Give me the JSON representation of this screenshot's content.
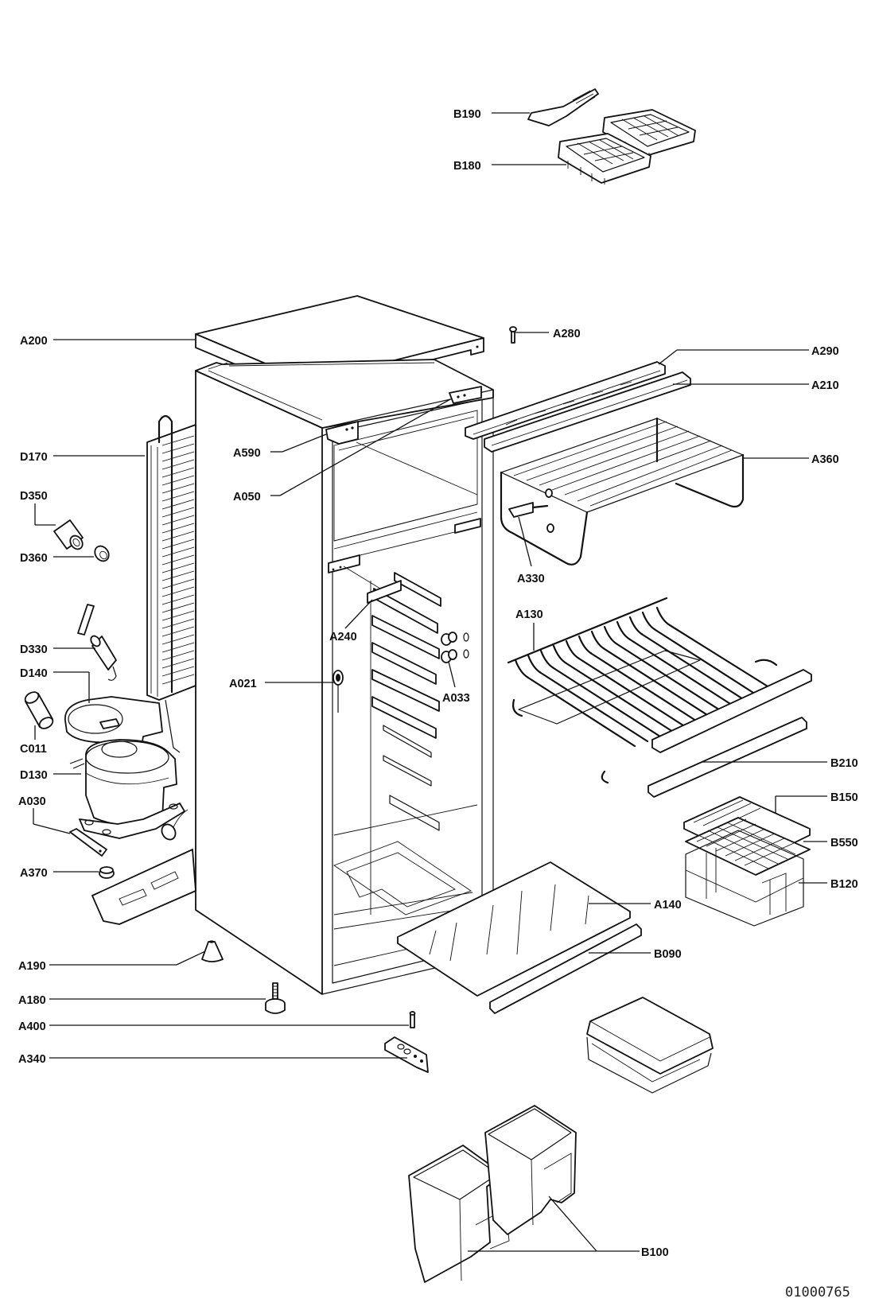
{
  "document": {
    "title": "Refrigerator exploded parts diagram",
    "drawing_number": "01000765"
  },
  "callouts": {
    "B190": "B190",
    "B180": "B180",
    "A200": "A200",
    "A280": "A280",
    "A290": "A290",
    "A210": "A210",
    "D170": "D170",
    "A590": "A590",
    "A360": "A360",
    "D350": "D350",
    "A050": "A050",
    "D360": "D360",
    "A330": "A330",
    "A130": "A130",
    "A240": "A240",
    "D330": "D330",
    "D140": "D140",
    "A021": "A021",
    "A033": "A033",
    "C011": "C011",
    "D130": "D130",
    "B210": "B210",
    "A030": "A030",
    "B150": "B150",
    "B550": "B550",
    "A370": "A370",
    "B120": "B120",
    "A140": "A140",
    "B090": "B090",
    "A190": "A190",
    "A180": "A180",
    "A400": "A400",
    "A340": "A340",
    "B100": "B100"
  },
  "parts": [
    {
      "ref": "B190",
      "depicts": "ice scraper"
    },
    {
      "ref": "B180",
      "depicts": "ice cube trays"
    },
    {
      "ref": "A200",
      "depicts": "top cover"
    },
    {
      "ref": "A280",
      "depicts": "screw"
    },
    {
      "ref": "A290",
      "depicts": "door hinge strip"
    },
    {
      "ref": "A210",
      "depicts": "front trim strip"
    },
    {
      "ref": "D170",
      "depicts": "condenser"
    },
    {
      "ref": "A590",
      "depicts": "bracket"
    },
    {
      "ref": "A360",
      "depicts": "freezer shelf grid"
    },
    {
      "ref": "D350",
      "depicts": "connector"
    },
    {
      "ref": "A050",
      "depicts": "bracket"
    },
    {
      "ref": "D360",
      "depicts": "connector"
    },
    {
      "ref": "A330",
      "depicts": "shelf support"
    },
    {
      "ref": "A130",
      "depicts": "wire shelf"
    },
    {
      "ref": "A240",
      "depicts": "shelf rail"
    },
    {
      "ref": "D330",
      "depicts": "dryer filter"
    },
    {
      "ref": "D140",
      "depicts": "drip tray"
    },
    {
      "ref": "A021",
      "depicts": "sensor clip"
    },
    {
      "ref": "A033",
      "depicts": "knob"
    },
    {
      "ref": "C011",
      "depicts": "capacitor"
    },
    {
      "ref": "D130",
      "depicts": "compressor"
    },
    {
      "ref": "B210",
      "depicts": "shelf trim"
    },
    {
      "ref": "A030",
      "depicts": "mounting clip"
    },
    {
      "ref": "B150",
      "depicts": "crisper lid"
    },
    {
      "ref": "B550",
      "depicts": "crisper grille"
    },
    {
      "ref": "A370",
      "depicts": "grommet"
    },
    {
      "ref": "B120",
      "depicts": "crisper drawer"
    },
    {
      "ref": "A140",
      "depicts": "glass shelf"
    },
    {
      "ref": "B090",
      "depicts": "glass shelf trim"
    },
    {
      "ref": "A190",
      "depicts": "foot cap"
    },
    {
      "ref": "A180",
      "depicts": "adjustable foot"
    },
    {
      "ref": "A400",
      "depicts": "hinge pin"
    },
    {
      "ref": "A340",
      "depicts": "bottom hinge"
    },
    {
      "ref": "B100",
      "depicts": "egg/door bins"
    }
  ]
}
